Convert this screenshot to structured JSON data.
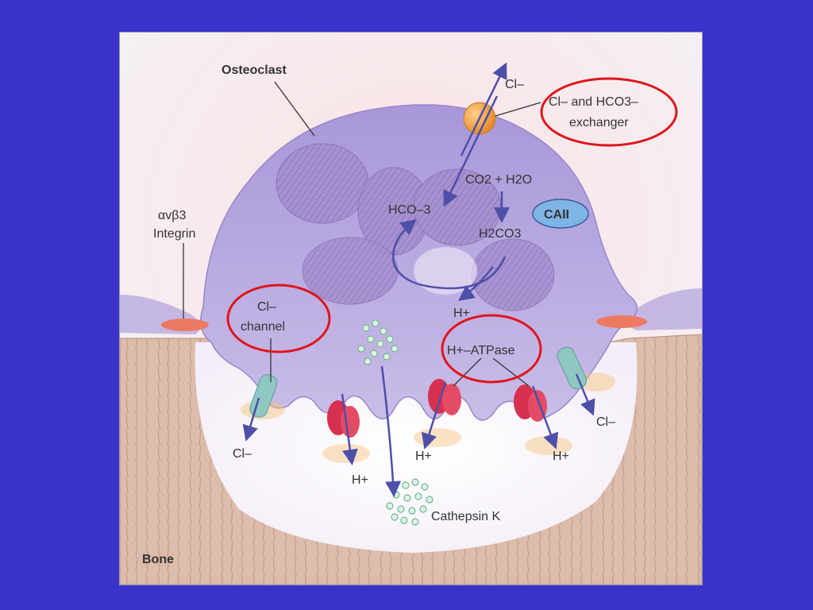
{
  "labels": {
    "osteoclast": "Osteoclast",
    "cl_top": "Cl–",
    "exchanger_line1": "Cl– and HCO3–",
    "exchanger_line2": "exchanger",
    "co2_h2o": "CO2 + H2O",
    "caii": "CAII",
    "hco3": "HCO–3",
    "h2co3": "H2CO3",
    "integrin_line1": "αvβ3",
    "integrin_line2": "Integrin",
    "cl_channel_line1": "Cl–",
    "cl_channel_line2": "channel",
    "h_plus_mid": "H+",
    "atpase": "H+–ATPase",
    "cl_left": "Cl–",
    "cl_right": "Cl–",
    "h_plus_1": "H+",
    "h_plus_2": "H+",
    "h_plus_3": "H+",
    "cathepsin": "Cathepsin K",
    "bone": "Bone"
  },
  "colors": {
    "slide_background": "#3a33c9",
    "highlight_circle": "#e0141b",
    "cell_fill": "#b9a6dd",
    "bone_fill": "#d9b7a5",
    "arrow": "#4d4fa8",
    "proton_pump": "#d8304f",
    "chloride_channel": "#8fc7c2",
    "cathepsin_granule": "#8ed0a8",
    "exchanger_ball": "#f0a040",
    "caii_badge": "#7fb4e6"
  },
  "icons": [
    "osteoclast-cell",
    "exchanger-ball",
    "proton-pump",
    "chloride-channel",
    "cathepsin-granules",
    "integrin-pad"
  ]
}
